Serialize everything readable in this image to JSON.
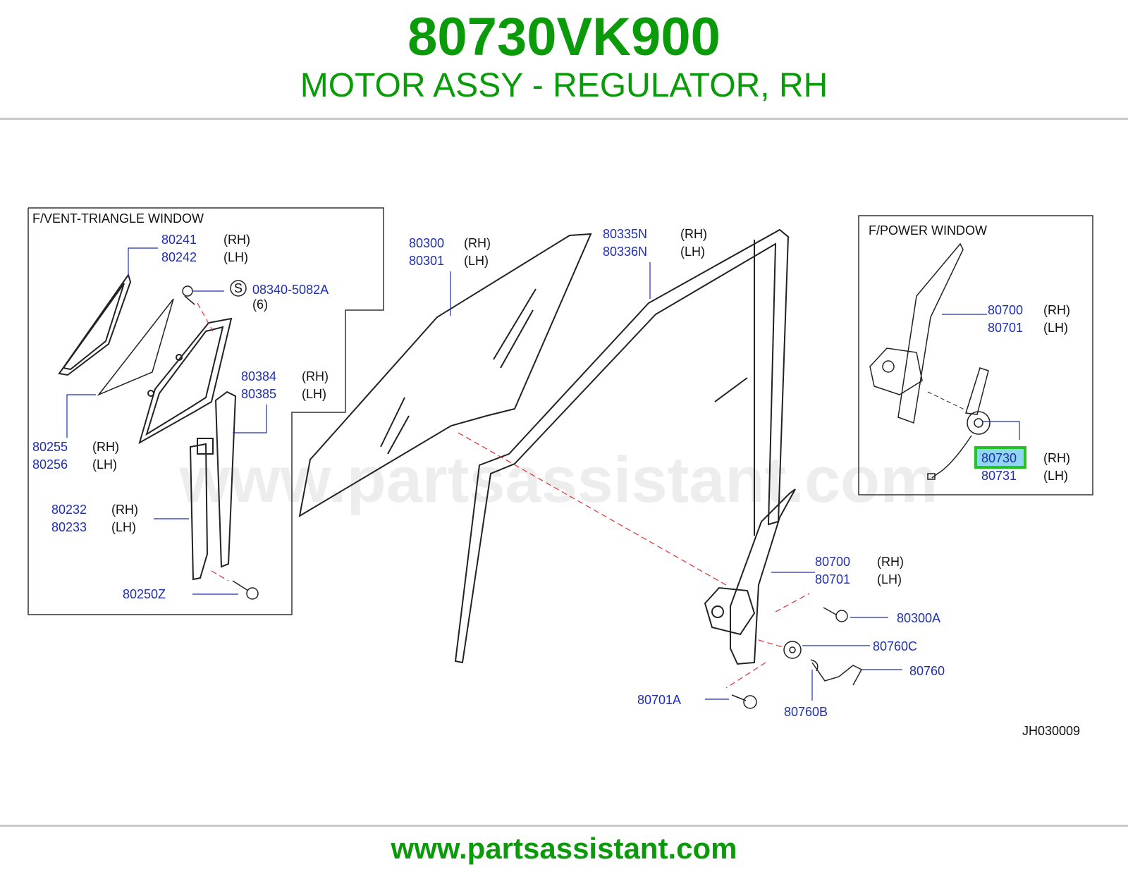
{
  "header": {
    "part_number": "80730VK900",
    "description": "MOTOR ASSY - REGULATOR, RH"
  },
  "colors": {
    "brand_green": "#0a9a0a",
    "label_blue": "#1f2fb0",
    "highlight_border": "#22c322",
    "highlight_fill": "#8fd6f0",
    "leader_red": "#e03030"
  },
  "diagram": {
    "watermark": "www.partsassistant.com",
    "vent_box_title": "F/VENT-TRIANGLE  WINDOW",
    "power_box_title": "F/POWER  WINDOW",
    "diagram_code": "JH030009",
    "labels": {
      "p80241": "80241",
      "p80242": "80242",
      "s_symbol": "S",
      "p08340": "08340-5082A",
      "qty6": "(6)",
      "p80255": "80255",
      "p80256": "80256",
      "p80384": "80384",
      "p80385": "80385",
      "p80232": "80232",
      "p80233": "80233",
      "p80250z": "80250Z",
      "p80300": "80300",
      "p80301": "80301",
      "p80335n": "80335N",
      "p80336n": "80336N",
      "p80700a": "80700",
      "p80701a": "80701",
      "p80730": "80730",
      "p80731": "80731",
      "p80700b": "80700",
      "p80701b": "80701",
      "p80300a": "80300A",
      "p80760c": "80760C",
      "p80760": "80760",
      "p80701a_bolt": "80701A",
      "p80760b": "80760B",
      "rh": "(RH)",
      "lh": "(LH)"
    }
  },
  "footer": {
    "url": "www.partsassistant.com"
  }
}
